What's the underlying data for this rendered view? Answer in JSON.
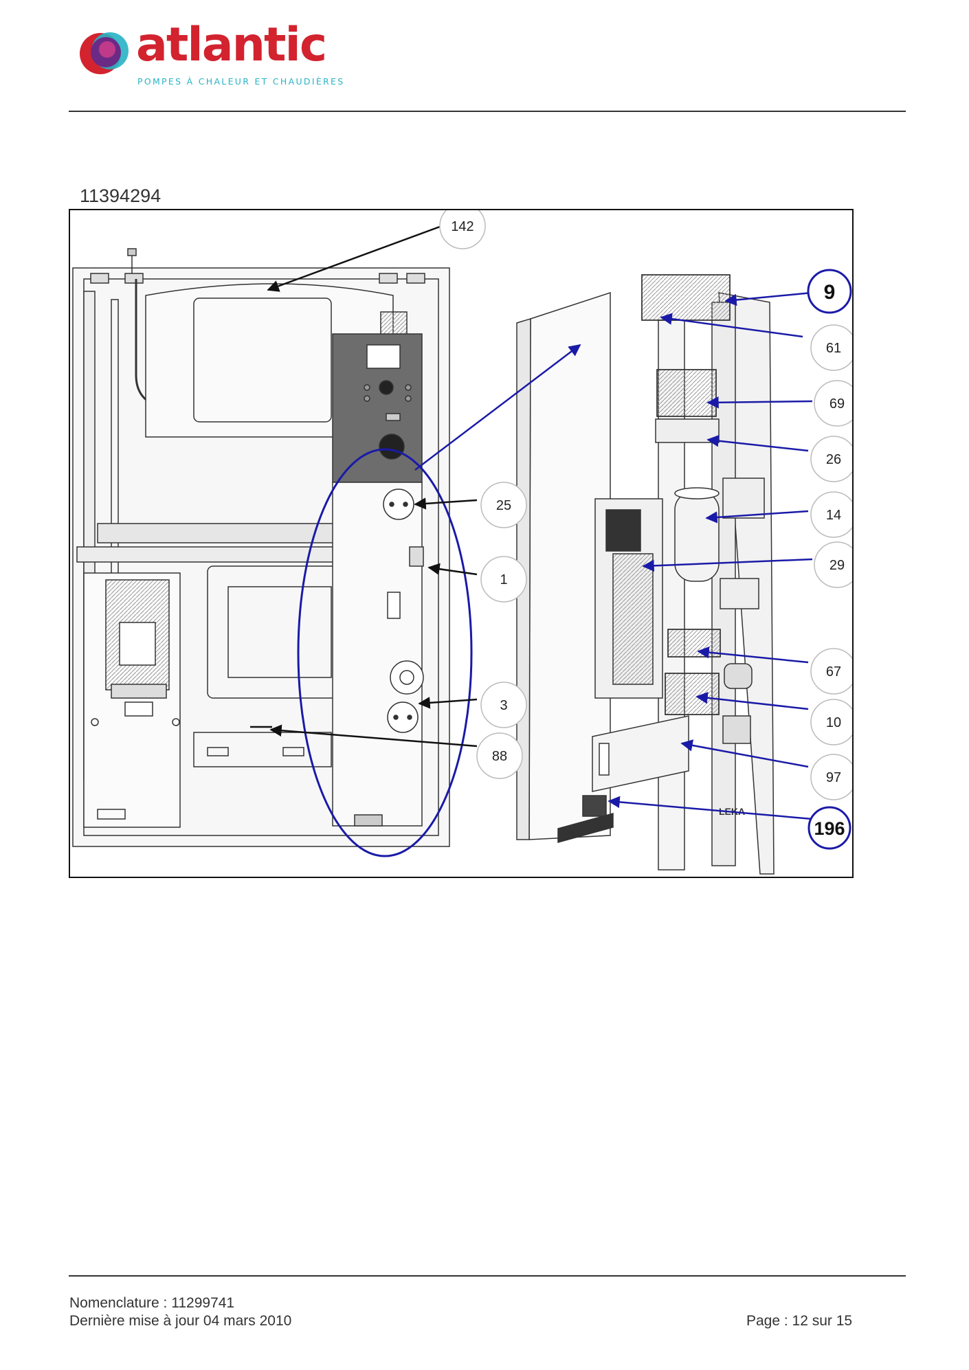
{
  "header": {
    "brand": "atlantic",
    "tagline": "POMPES À CHALEUR ET CHAUDIÈRES",
    "brand_color": "#d2232f",
    "tagline_color": "#27b3c4"
  },
  "document": {
    "reference": "11394294"
  },
  "figure": {
    "callouts": [
      {
        "id": "c142",
        "label": "142"
      },
      {
        "id": "c25",
        "label": "25"
      },
      {
        "id": "c1",
        "label": "1"
      },
      {
        "id": "c3",
        "label": "3"
      },
      {
        "id": "c88",
        "label": "88"
      },
      {
        "id": "c9",
        "label": "9"
      },
      {
        "id": "c61",
        "label": "61"
      },
      {
        "id": "c69",
        "label": "69"
      },
      {
        "id": "c26",
        "label": "26"
      },
      {
        "id": "c14",
        "label": "14"
      },
      {
        "id": "c29",
        "label": "29"
      },
      {
        "id": "c67",
        "label": "67"
      },
      {
        "id": "c10",
        "label": "10"
      },
      {
        "id": "c97",
        "label": "97"
      },
      {
        "id": "c196",
        "label": "196"
      }
    ],
    "panel_text": "LEKA",
    "arrow_color_black": "#111111",
    "arrow_color_blue": "#1a1aa8"
  },
  "footer": {
    "nomenclature": "Nomenclature : 11299741",
    "updated": "Dernière mise à jour 04 mars 2010",
    "page": "Page : 12 sur 15"
  }
}
